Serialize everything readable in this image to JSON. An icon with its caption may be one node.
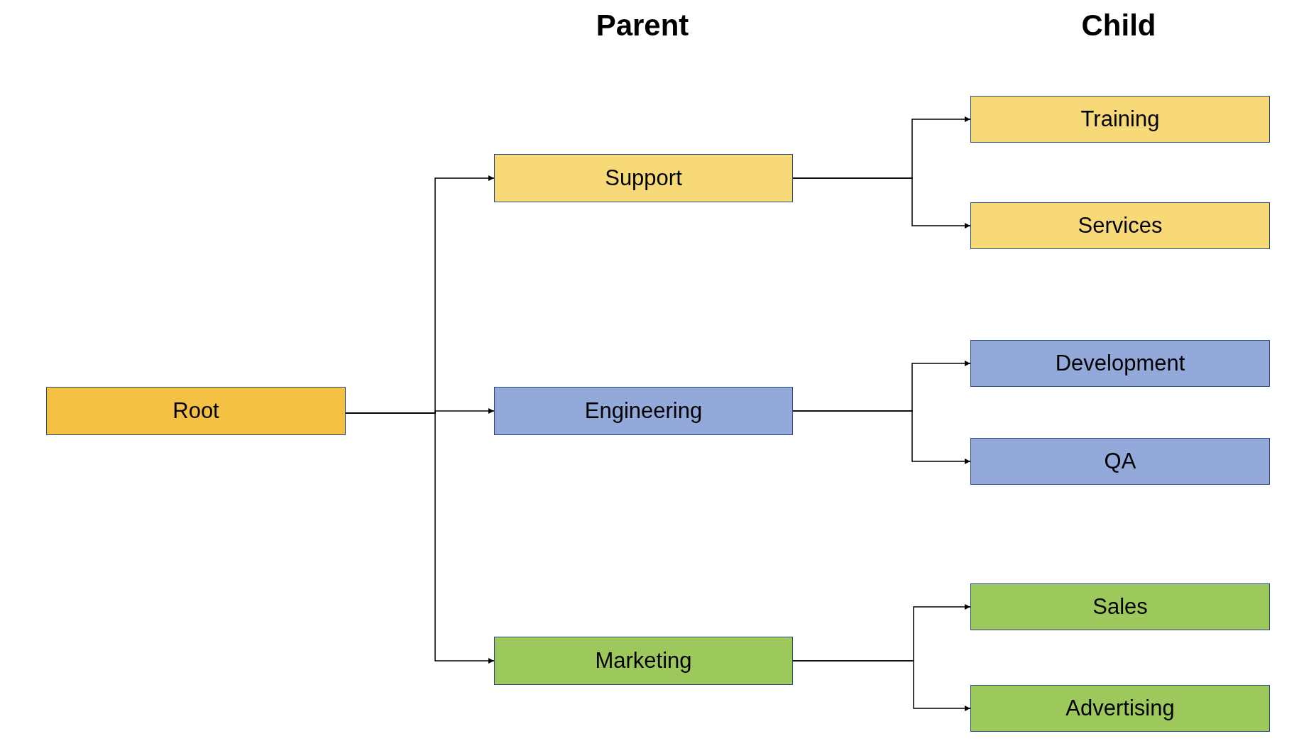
{
  "diagram": {
    "nodes": [
      {
        "text": [
          "Root"
        ]
      },
      {
        "text": [
          "Support"
        ]
      },
      {
        "text": [
          "Engineering"
        ]
      },
      {
        "text": [
          "Marketing"
        ]
      },
      {
        "text": [
          "Training"
        ]
      },
      {
        "text": [
          "Services"
        ]
      },
      {
        "text": [
          "Development"
        ]
      },
      {
        "text": [
          "QA"
        ]
      },
      {
        "text": [
          "Sales"
        ]
      },
      {
        "text": [
          "Advertising"
        ]
      }
    ],
    "edges": [
      {
        "from": 0,
        "to": 1,
        "arrow": "to"
      },
      {
        "from": 0,
        "to": 2,
        "arrow": "to"
      },
      {
        "from": 0,
        "to": 3,
        "arrow": "to"
      },
      {
        "from": 1,
        "to": 4,
        "arrow": "to"
      },
      {
        "from": 1,
        "to": 5,
        "arrow": "to"
      },
      {
        "from": 2,
        "to": 6,
        "arrow": "to"
      },
      {
        "from": 2,
        "to": 7,
        "arrow": "to"
      },
      {
        "from": 3,
        "to": 8,
        "arrow": "to"
      },
      {
        "from": 3,
        "to": 9,
        "arrow": "to"
      }
    ],
    "labels": [
      "Parent",
      "Child"
    ]
  }
}
